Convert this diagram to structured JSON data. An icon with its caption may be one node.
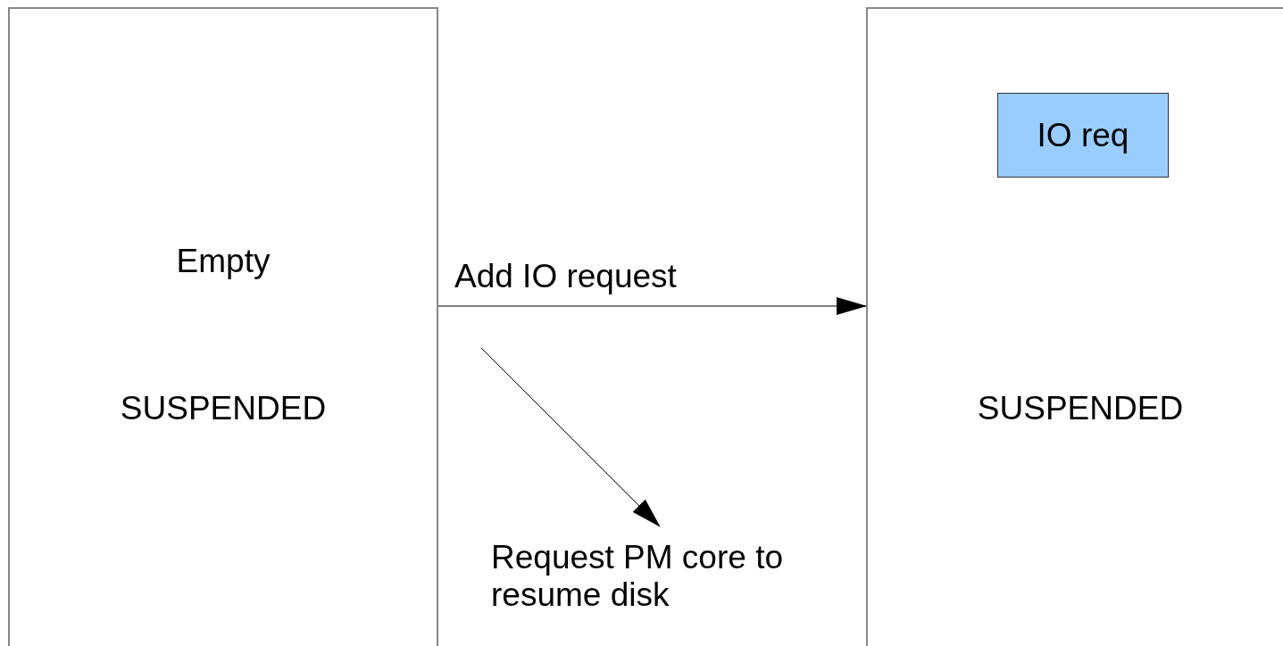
{
  "diagram": {
    "nodes": [
      {
        "text": [
          "Empty",
          "SUSPENDED"
        ]
      },
      {
        "text": [
          "SUSPENDED"
        ]
      },
      {
        "text": [
          "IO req"
        ],
        "in": 1
      },
      {
        "text": [
          "Request PM core to resume disk"
        ]
      }
    ],
    "edges": [
      {
        "from": 0,
        "to": 1,
        "arrow": "to",
        "label": "Add IO request"
      },
      {
        "from": null,
        "to": 3,
        "arrow": "to"
      }
    ]
  }
}
